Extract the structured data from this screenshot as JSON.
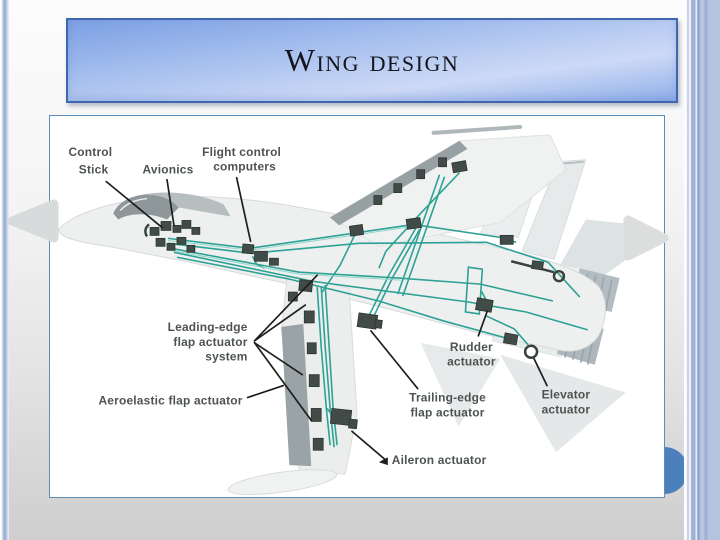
{
  "slide": {
    "title": "Wing design"
  },
  "palette": {
    "title_bar_border": "#3f66ae",
    "title_bar_gradient_start": "#7c9fe3",
    "title_bar_gradient_end": "#cdd9f6",
    "title_text": "#15151f",
    "panel_border": "#5b8fba",
    "panel_background": "#ffffff",
    "accent_circle": "#4c80bd",
    "control_line_teal": "#2ea195",
    "component_dark": "#414b47",
    "label_text": "#4d5352",
    "aircraft_light_gray": "#eef0f0",
    "aircraft_dark_gray": "#97a1a4"
  },
  "diagram": {
    "labels": {
      "control_stick": {
        "lines": [
          "Control",
          "Stick"
        ]
      },
      "avionics": {
        "lines": [
          "Avionics"
        ]
      },
      "flight_control_computers": {
        "lines": [
          "Flight control",
          "computers"
        ]
      },
      "leading_edge_flap": {
        "lines": [
          "Leading-edge",
          "flap actuator",
          "system"
        ]
      },
      "aeroelastic_flap": {
        "lines": [
          "Aeroelastic flap actuator"
        ]
      },
      "rudder": {
        "lines": [
          "Rudder",
          "actuator"
        ]
      },
      "trailing_edge_flap": {
        "lines": [
          "Trailing-edge",
          "flap actuator"
        ]
      },
      "elevator": {
        "lines": [
          "Elevator",
          "actuator"
        ]
      },
      "aileron": {
        "lines": [
          "Aileron actuator"
        ]
      }
    }
  }
}
